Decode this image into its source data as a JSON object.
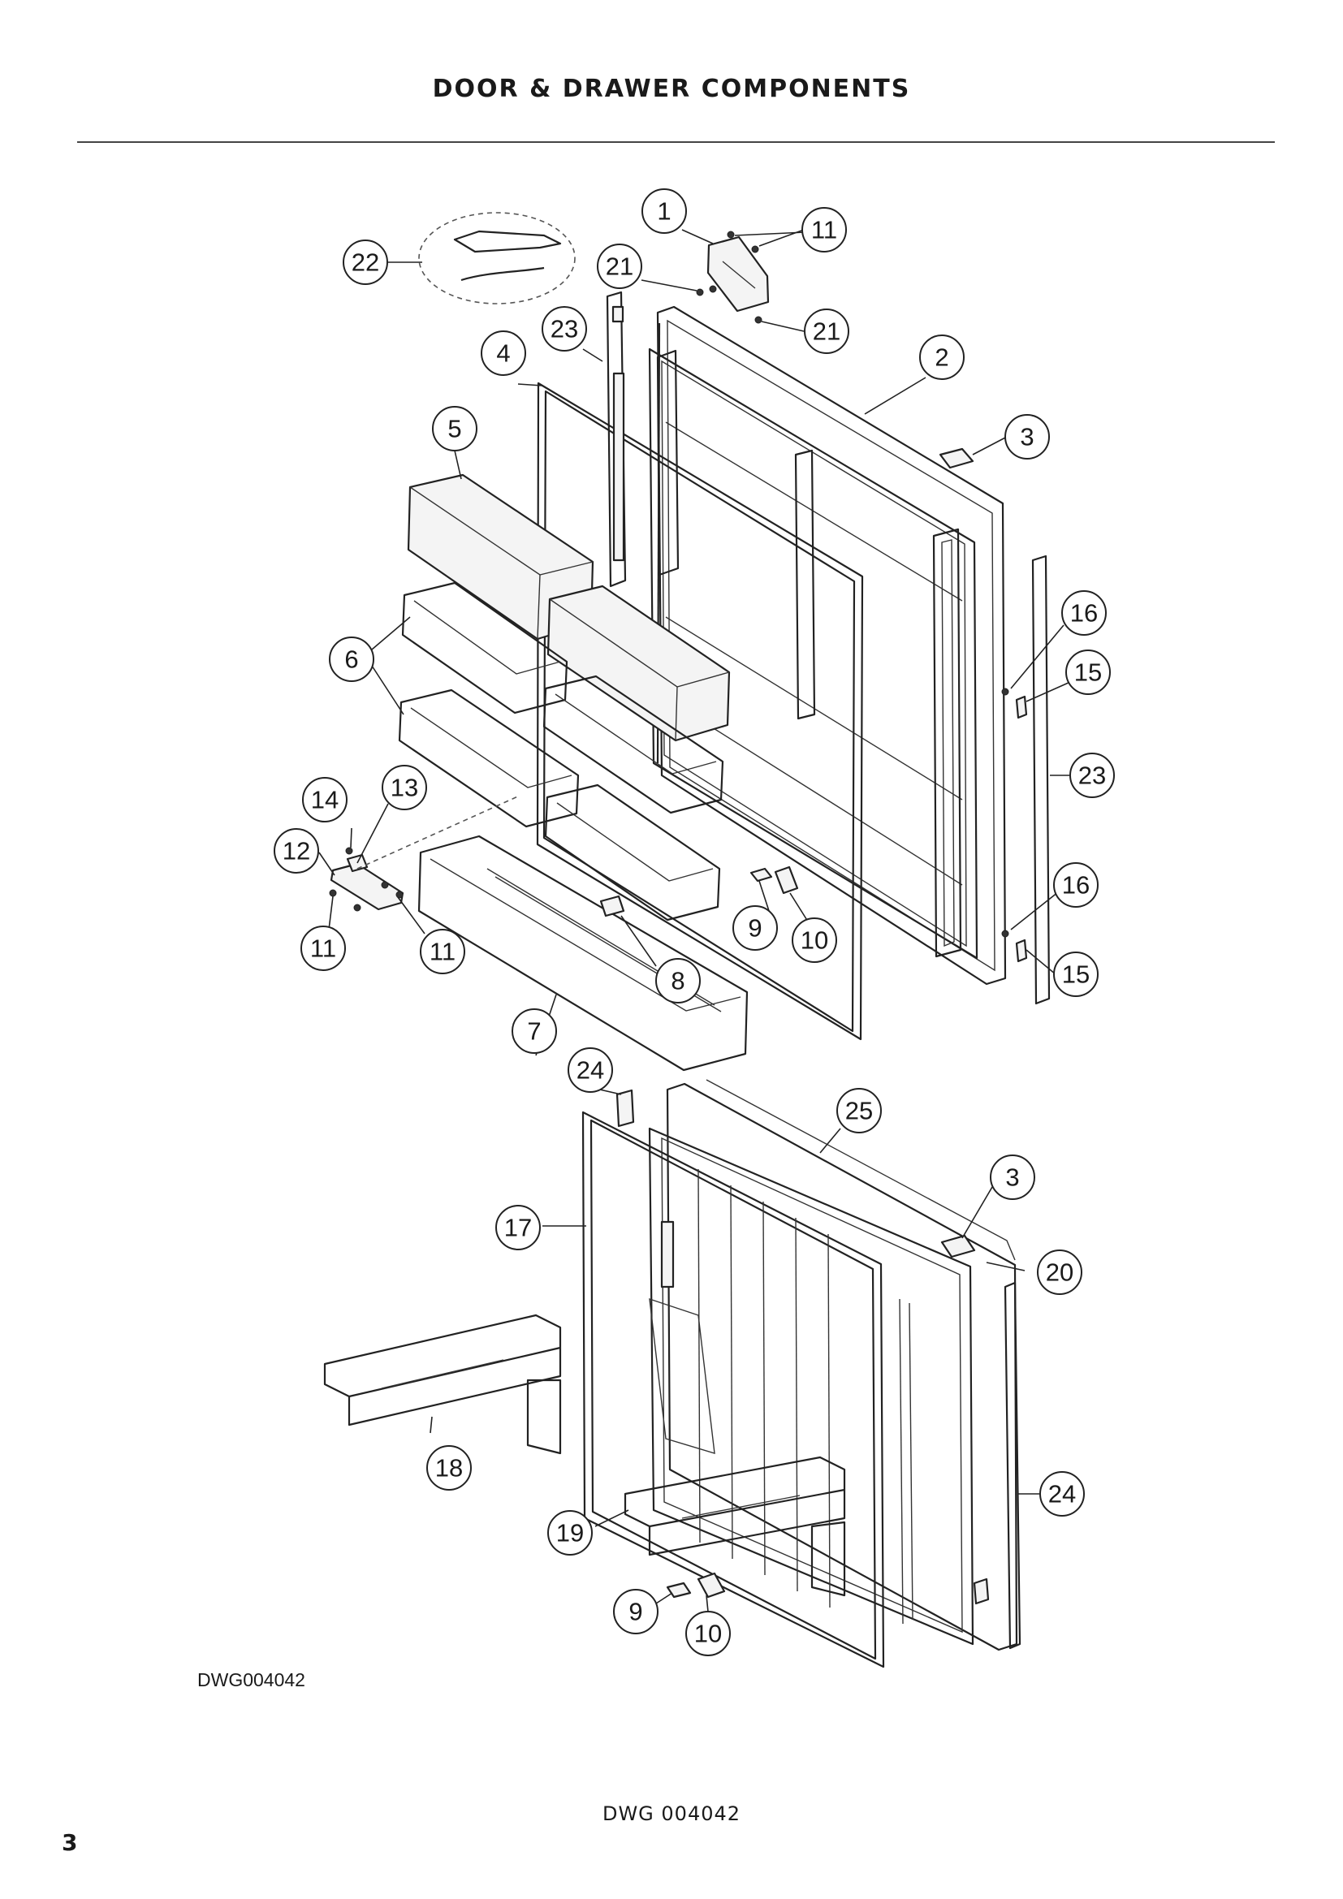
{
  "page": {
    "title": "DOOR & DRAWER COMPONENTS",
    "drawing_ref": "DWG004042",
    "footer_code": "DWG 004042",
    "page_number": "3"
  },
  "callouts": [
    "1",
    "2",
    "3",
    "3",
    "4",
    "5",
    "6",
    "7",
    "8",
    "9",
    "9",
    "10",
    "10",
    "11",
    "11",
    "11",
    "12",
    "13",
    "14",
    "15",
    "15",
    "16",
    "16",
    "17",
    "18",
    "19",
    "20",
    "21",
    "21",
    "22",
    "23",
    "23",
    "24",
    "24",
    "25"
  ]
}
